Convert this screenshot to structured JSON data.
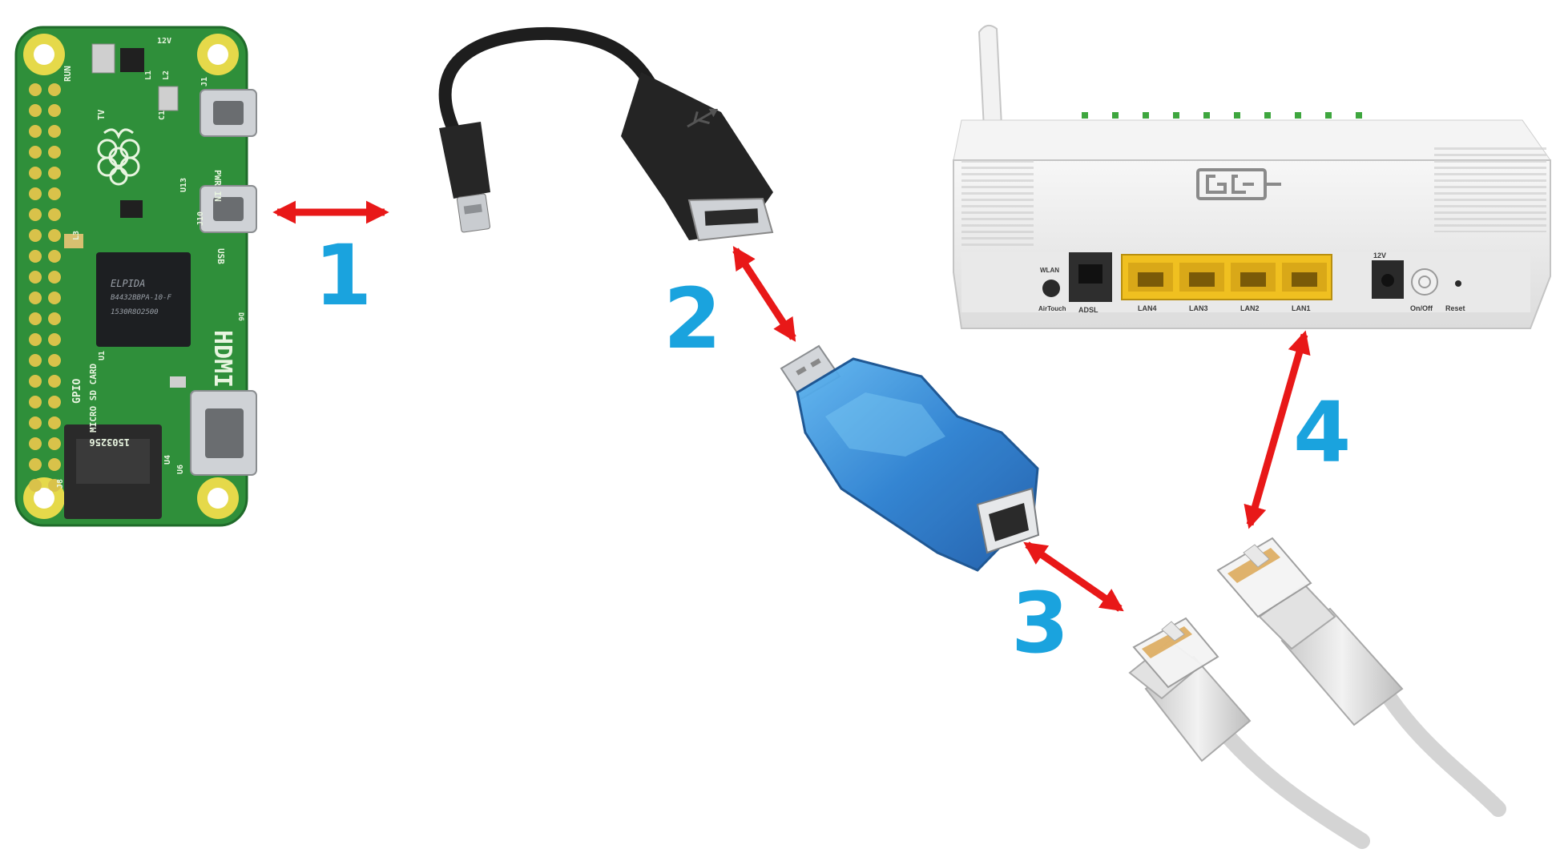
{
  "steps": [
    "1",
    "2",
    "3",
    "4"
  ],
  "pi": {
    "chip_lines": [
      "ELPIDA",
      "B4432BBPA-10-F",
      "1530R8O2500"
    ],
    "labels": {
      "run": "RUN",
      "tv": "TV",
      "l1": "L1",
      "l2": "L2",
      "l3": "L3",
      "c1": "C1",
      "u13": "U13",
      "j1": "J1",
      "j10": "J10",
      "pwr_in": "PWR IN",
      "usb": "USB",
      "v12": "12V",
      "hdmi": "HDMI",
      "gpio": "GPIO",
      "micro_sd": "MICRO SD CARD",
      "u1": "U1",
      "u4": "U4",
      "u6": "U6",
      "j8": "J8",
      "d6": "D6",
      "sd_serial": "1503256"
    }
  },
  "router": {
    "ports": {
      "wlan": "WLAN",
      "airtouch": "AirTouch",
      "adsl": "ADSL",
      "lan4": "LAN4",
      "lan3": "LAN3",
      "lan2": "LAN2",
      "lan1": "LAN1",
      "v12": "12V",
      "onoff": "On/Off",
      "reset": "Reset"
    }
  },
  "colors": {
    "arrow": "#e81818",
    "step_number": "#1aa3de",
    "pcb": "#2f8f3a",
    "adapter": "#2f7fd0",
    "router": "#ececec",
    "lan_ports": "#f0c020",
    "cable": "#d9d9d9"
  },
  "icons": [
    "raspberry-logo-icon",
    "usb-symbol-icon",
    "router-logo-icon"
  ]
}
